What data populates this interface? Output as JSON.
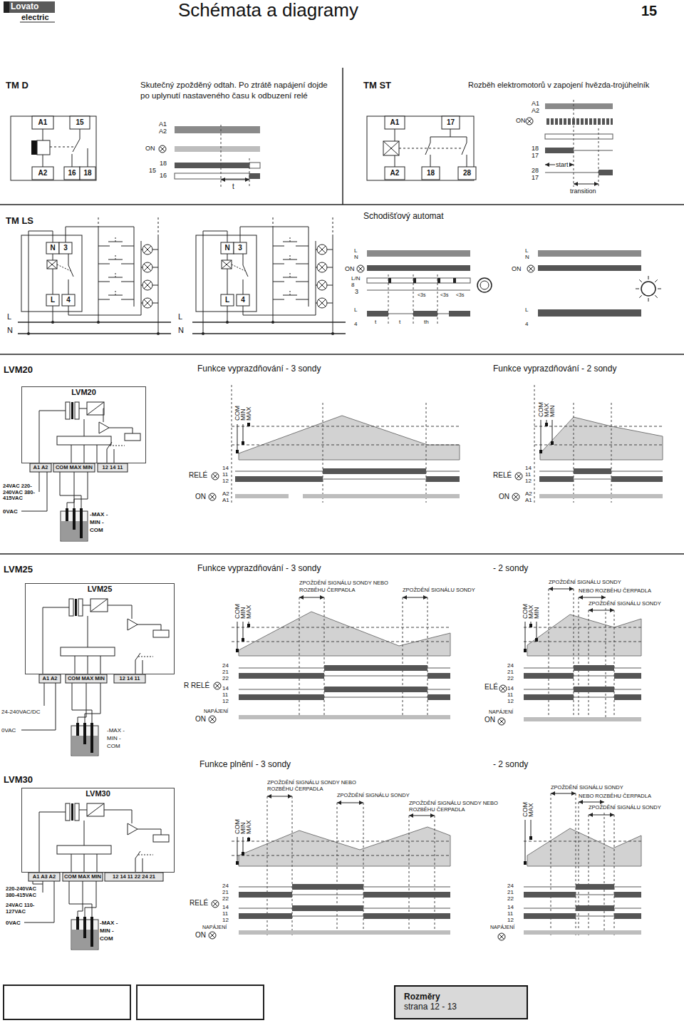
{
  "diagram": {
    "title": "Schémata a diagramy",
    "nodes": [
      {
        "text": [
          "LVM20"
        ]
      },
      {
        "text": [
          "LVM25"
        ]
      },
      {
        "text": [
          "LVM30"
        ]
      },
      {
        "text": [
          "Rozměry",
          "strana 12 - 13"
        ]
      }
    ],
    "labels": [
      "Lovato",
      "electric",
      "15",
      "TM D",
      "Skutečný zpožděný odtah. Po ztrátě napájení dojde po uplynutí nastaveného času k odbuzení relé",
      "A1",
      "15",
      "A2",
      "16",
      "18",
      "A1 A2",
      "ON",
      "18",
      "15",
      "16",
      "t",
      "TM ST",
      "Rozběh elektromotorů v zapojení hvězda-trojúhelník",
      "A1",
      "17",
      "A2",
      "18",
      "28",
      "A1 A2",
      "ON",
      "18 17",
      "28 17",
      "start",
      "transition",
      "TM LS",
      "N",
      "3",
      "L",
      "4",
      "L",
      "N",
      "N",
      "3",
      "L",
      "4",
      "L",
      "N",
      "Schodišťový automat",
      "L N",
      "ON",
      "L/N 8",
      "3",
      "L 4",
      "<3s",
      "<3s",
      "<3s",
      "t",
      "t",
      "th",
      "L N",
      "ON",
      "L 4",
      "LVM20",
      "Funkce vyprazdňování - 3 sondy",
      "Funkce vyprazdňování - 2 sondy",
      "A1 A2",
      "COM MAX MIN",
      "12 14 11",
      "24VAC 220-240VAC 380-415VAC",
      "0VAC",
      "-MAX -MIN -COM",
      "COM MIN MAX",
      "RELÉ",
      "14 11 12",
      "ON",
      "A2 A1",
      "COM MAX MIN",
      "RELÉ",
      "14 11 12",
      "ON",
      "A2 A1",
      "LVM25",
      "Funkce vyprazdňování - 3 sondy",
      "- 2 sondy",
      "A1 A2",
      "COM MAX MIN",
      "12 14 11",
      "24-240VAC/DC",
      "0VAC",
      "-MAX -MIN -COM",
      "COM MIN MAX",
      "ZPOŽDĚNÍ SIGNÁLU SONDY NEBO ROZBĚHU ČERPADLA",
      "ZPOŽDĚNÍ SIGNÁLU SONDY",
      "R RELÉ",
      "24 21 22",
      "14 11 12",
      "NAPÁJENÍ",
      "ON",
      "COM MAX MIN",
      "ZPOŽDĚNÍ SIGNÁLU SONDY",
      "NEBO ROZBĚHU ČERPADLA",
      "ZPOŽDĚNÍ SIGNÁLU SONDY",
      "ELÉ",
      "24 21 22",
      "14 11 12",
      "NAPÁJENÍ",
      "ON",
      "LVM30",
      "Funkce plnění - 3 sondy",
      "- 2 sondy",
      "A1 A3 A2",
      "COM MAX MIN",
      "12 14 11 22 24 21",
      "220-240VAC 380-415VAC",
      "24VAC 110-127VAC",
      "0VAC",
      "-MAX -MIN -COM",
      "ZPOŽDĚNÍ SIGNÁLU SONDY NEBO ROZBĚHU ČERPADLA",
      "ZPOŽDĚNÍ SIGNÁLU SONDY",
      "ZPOŽDĚNÍ SIGNÁLU SONDY NEBO ROZBĚHU ČERPADLA",
      "COM MIN MAX",
      "RELÉ",
      "24 21 22",
      "14 11 12",
      "NAPÁJENÍ",
      "ON",
      "ZPOŽDĚNÍ SIGNÁLU SONDY",
      "NEBO ROZBĚHU ČERPADLA",
      "ZPOŽDĚNÍ SIGNÁLU SONDY",
      "COM MAX",
      "24 21 22",
      "14 11 12",
      "NAPÁJENÍ"
    ]
  }
}
